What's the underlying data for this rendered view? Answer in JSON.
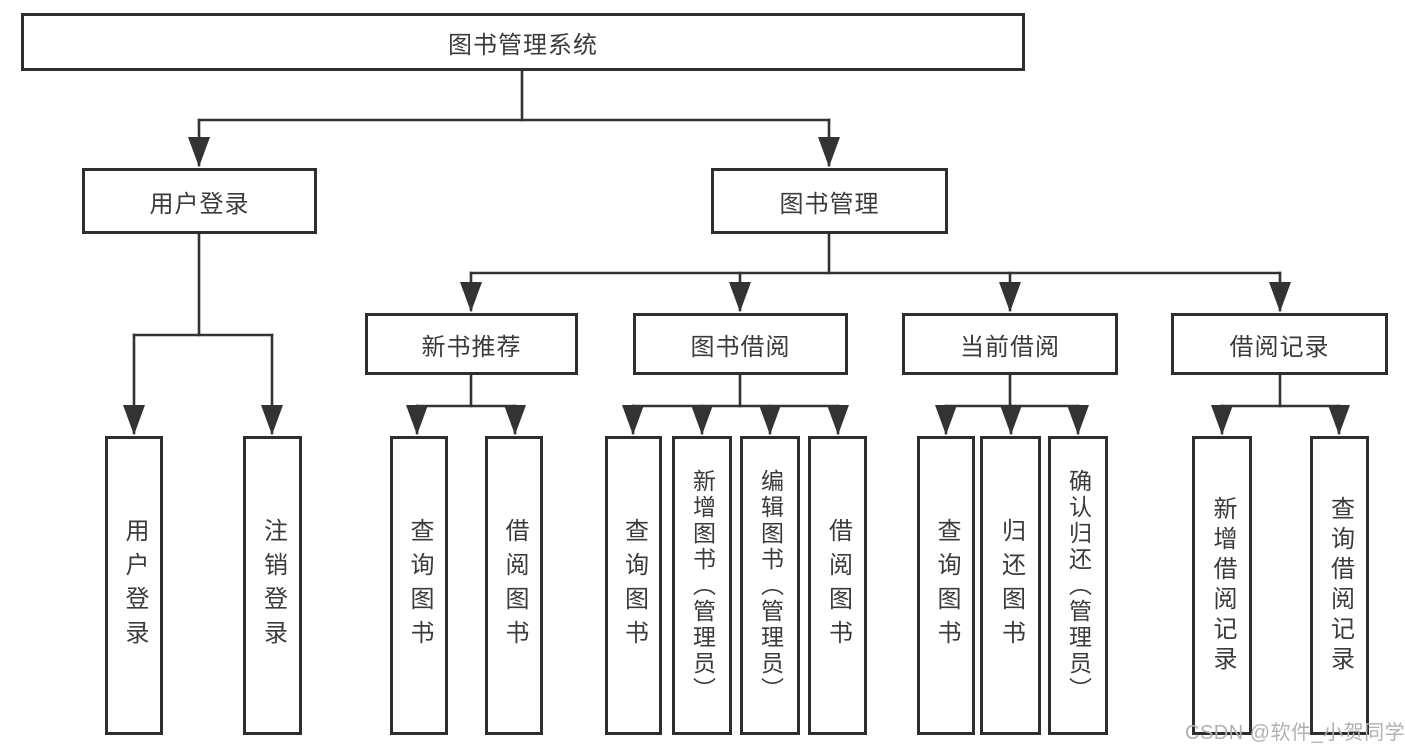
{
  "diagram": {
    "title": "图书管理系统",
    "root": {
      "label": "图书管理系统",
      "children": [
        {
          "label": "用户登录",
          "children": [
            {
              "label": "用户登录"
            },
            {
              "label": "注销登录"
            }
          ]
        },
        {
          "label": "图书管理",
          "children": [
            {
              "label": "新书推荐",
              "children": [
                {
                  "label": "查询图书"
                },
                {
                  "label": "借阅图书"
                }
              ]
            },
            {
              "label": "图书借阅",
              "children": [
                {
                  "label": "查询图书"
                },
                {
                  "label": "新增图书（管理员）"
                },
                {
                  "label": "编辑图书（管理员）"
                },
                {
                  "label": "借阅图书"
                }
              ]
            },
            {
              "label": "当前借阅",
              "children": [
                {
                  "label": "查询图书"
                },
                {
                  "label": "归还图书"
                },
                {
                  "label": "确认归还（管理员）"
                }
              ]
            },
            {
              "label": "借阅记录",
              "children": [
                {
                  "label": "新增借阅记录"
                },
                {
                  "label": "查询借阅记录"
                }
              ]
            }
          ]
        }
      ]
    },
    "watermark": {
      "text": "CSDN @软件_小贺同学"
    },
    "colors": {
      "line": "#333333",
      "box_border": "#2e2e2e",
      "box_fill": "#ffffff",
      "text": "#3b3b3b",
      "background": "#ffffff",
      "watermark": "#b1b1b1"
    }
  }
}
